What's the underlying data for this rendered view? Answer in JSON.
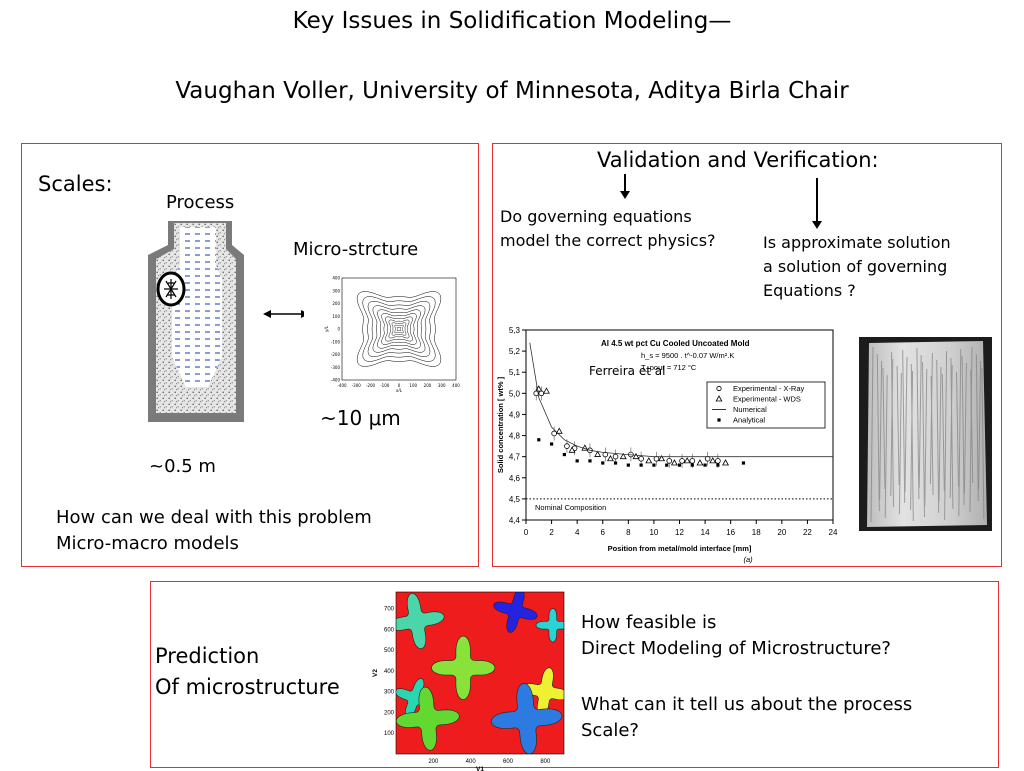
{
  "slide": {
    "title": "Key Issues in Solidification Modeling—",
    "subtitle": "Vaughan Voller,  University of Minnesota, Aditya Birla Chair"
  },
  "scales_panel": {
    "heading": "Scales:",
    "process_label": "Process",
    "micro_label": "Micro-strcture",
    "micro_size": "~10 μm",
    "macro_size": "~0.5 m",
    "question": "How can we deal with this problem",
    "answer": "Micro-macro models"
  },
  "validation_panel": {
    "heading": "Validation and Verification:",
    "question_1": [
      "Do governing equations",
      "model the correct physics?"
    ],
    "question_2": [
      "Is approximate solution",
      "a solution of governing",
      "Equations ?"
    ],
    "citation": "Ferreira et al"
  },
  "prediction_panel": {
    "label": [
      "Prediction",
      "Of microstructure"
    ],
    "question_1": [
      "How feasible is",
      "Direct Modeling of Microstructure?"
    ],
    "question_2": [
      "What can it tell us about the process",
      "Scale?"
    ]
  },
  "chart_data": [
    {
      "type": "scatter",
      "title": "Al 4.5 wt pct Cu   Cooled Uncoated Mold",
      "annotations": [
        "h_s = 9500 . t^-0.07  W/m².K",
        "T_pour = 712 °C",
        "Nominal Composition",
        "(a)"
      ],
      "xlabel": "Position from metal/mold interface [mm]",
      "ylabel": "Solid concentration [ wt% ]",
      "xlim": [
        0,
        24
      ],
      "ylim": [
        4.4,
        5.3
      ],
      "x_ticks": [
        "0",
        "2",
        "4",
        "6",
        "8",
        "10",
        "12",
        "14",
        "16",
        "18",
        "20",
        "22",
        "24"
      ],
      "y_ticks": [
        "4,4",
        "4,5",
        "4,6",
        "4,7",
        "4,8",
        "4,9",
        "5,0",
        "5,1",
        "5,2",
        "5,3"
      ],
      "legend_position": "top-right",
      "nominal_composition": 4.5,
      "series": [
        {
          "name": "Experimental - X-Ray",
          "marker": "circle",
          "x": [
            0.8,
            1.2,
            2.2,
            3.2,
            3.8,
            5,
            6.2,
            7,
            8.2,
            9,
            10.2,
            11.2,
            12.2,
            13,
            14.2,
            15
          ],
          "y": [
            5.0,
            5.0,
            4.81,
            4.75,
            4.74,
            4.73,
            4.71,
            4.7,
            4.71,
            4.69,
            4.69,
            4.68,
            4.68,
            4.68,
            4.69,
            4.68
          ]
        },
        {
          "name": "Experimental - WDS",
          "marker": "triangle",
          "x": [
            1,
            1.6,
            2.6,
            3.6,
            4.6,
            5.6,
            6.6,
            7.6,
            8.6,
            9.6,
            10.6,
            11.6,
            12.6,
            13.6,
            14.6,
            15.6
          ],
          "y": [
            5.02,
            5.01,
            4.82,
            4.73,
            4.74,
            4.71,
            4.69,
            4.7,
            4.7,
            4.68,
            4.69,
            4.67,
            4.68,
            4.67,
            4.68,
            4.67
          ]
        },
        {
          "name": "Numerical",
          "line": "solid",
          "x": [
            0.3,
            1,
            2,
            3,
            4,
            5,
            6,
            8,
            10,
            12,
            14,
            16,
            18,
            20,
            22,
            24
          ],
          "y": [
            5.24,
            4.98,
            4.84,
            4.78,
            4.75,
            4.73,
            4.72,
            4.71,
            4.7,
            4.7,
            4.7,
            4.7,
            4.7,
            4.7,
            4.7,
            4.7
          ]
        },
        {
          "name": "Analytical",
          "marker": "square",
          "x": [
            1,
            2,
            3,
            4,
            5,
            6,
            7,
            8,
            9,
            10,
            11,
            12,
            13,
            14,
            15,
            17
          ],
          "y": [
            4.78,
            4.76,
            4.71,
            4.68,
            4.68,
            4.67,
            4.67,
            4.66,
            4.66,
            4.66,
            4.66,
            4.66,
            4.66,
            4.66,
            4.66,
            4.67
          ]
        }
      ]
    },
    {
      "type": "line",
      "xlabel": "x/L",
      "ylabel": "y/L",
      "xlim": [
        -400,
        400
      ],
      "ylim": [
        -400,
        400
      ],
      "x_ticks": [
        "-400",
        "-300",
        "-200",
        "-100",
        "0",
        "100",
        "200",
        "300",
        "400"
      ],
      "y_ticks": [
        "400",
        "300",
        "200",
        "100",
        "0",
        "-100",
        "-200",
        "-300",
        "-400"
      ],
      "contour_levels": [
        20,
        40,
        60,
        80,
        100,
        120,
        140,
        160,
        180,
        200,
        220
      ]
    },
    {
      "type": "heatmap",
      "xlabel": "V1",
      "ylabel": "V2",
      "xlim": [
        0,
        900
      ],
      "ylim": [
        0,
        780
      ],
      "x_ticks": [
        "200",
        "400",
        "600",
        "800"
      ],
      "y_ticks": [
        "700",
        "600",
        "500",
        "400",
        "300",
        "200",
        "100"
      ],
      "background_color": "#ee1c1c",
      "grains": [
        {
          "color": "#4ad6a8",
          "cx": 110,
          "cy": 640,
          "size": 150,
          "rot": -10
        },
        {
          "color": "#2323e0",
          "cx": 640,
          "cy": 690,
          "size": 120,
          "rot": 15
        },
        {
          "color": "#2bd4d4",
          "cx": 840,
          "cy": 620,
          "size": 90,
          "rot": 0
        },
        {
          "color": "#88e23a",
          "cx": 360,
          "cy": 415,
          "size": 170,
          "rot": 0
        },
        {
          "color": "#2ad5b2",
          "cx": 100,
          "cy": 270,
          "size": 110,
          "rot": 20
        },
        {
          "color": "#62d830",
          "cx": 170,
          "cy": 170,
          "size": 170,
          "rot": -5
        },
        {
          "color": "#eef032",
          "cx": 800,
          "cy": 300,
          "size": 130,
          "rot": 10
        },
        {
          "color": "#2d7ae0",
          "cx": 700,
          "cy": 170,
          "size": 190,
          "rot": -5
        }
      ]
    }
  ]
}
